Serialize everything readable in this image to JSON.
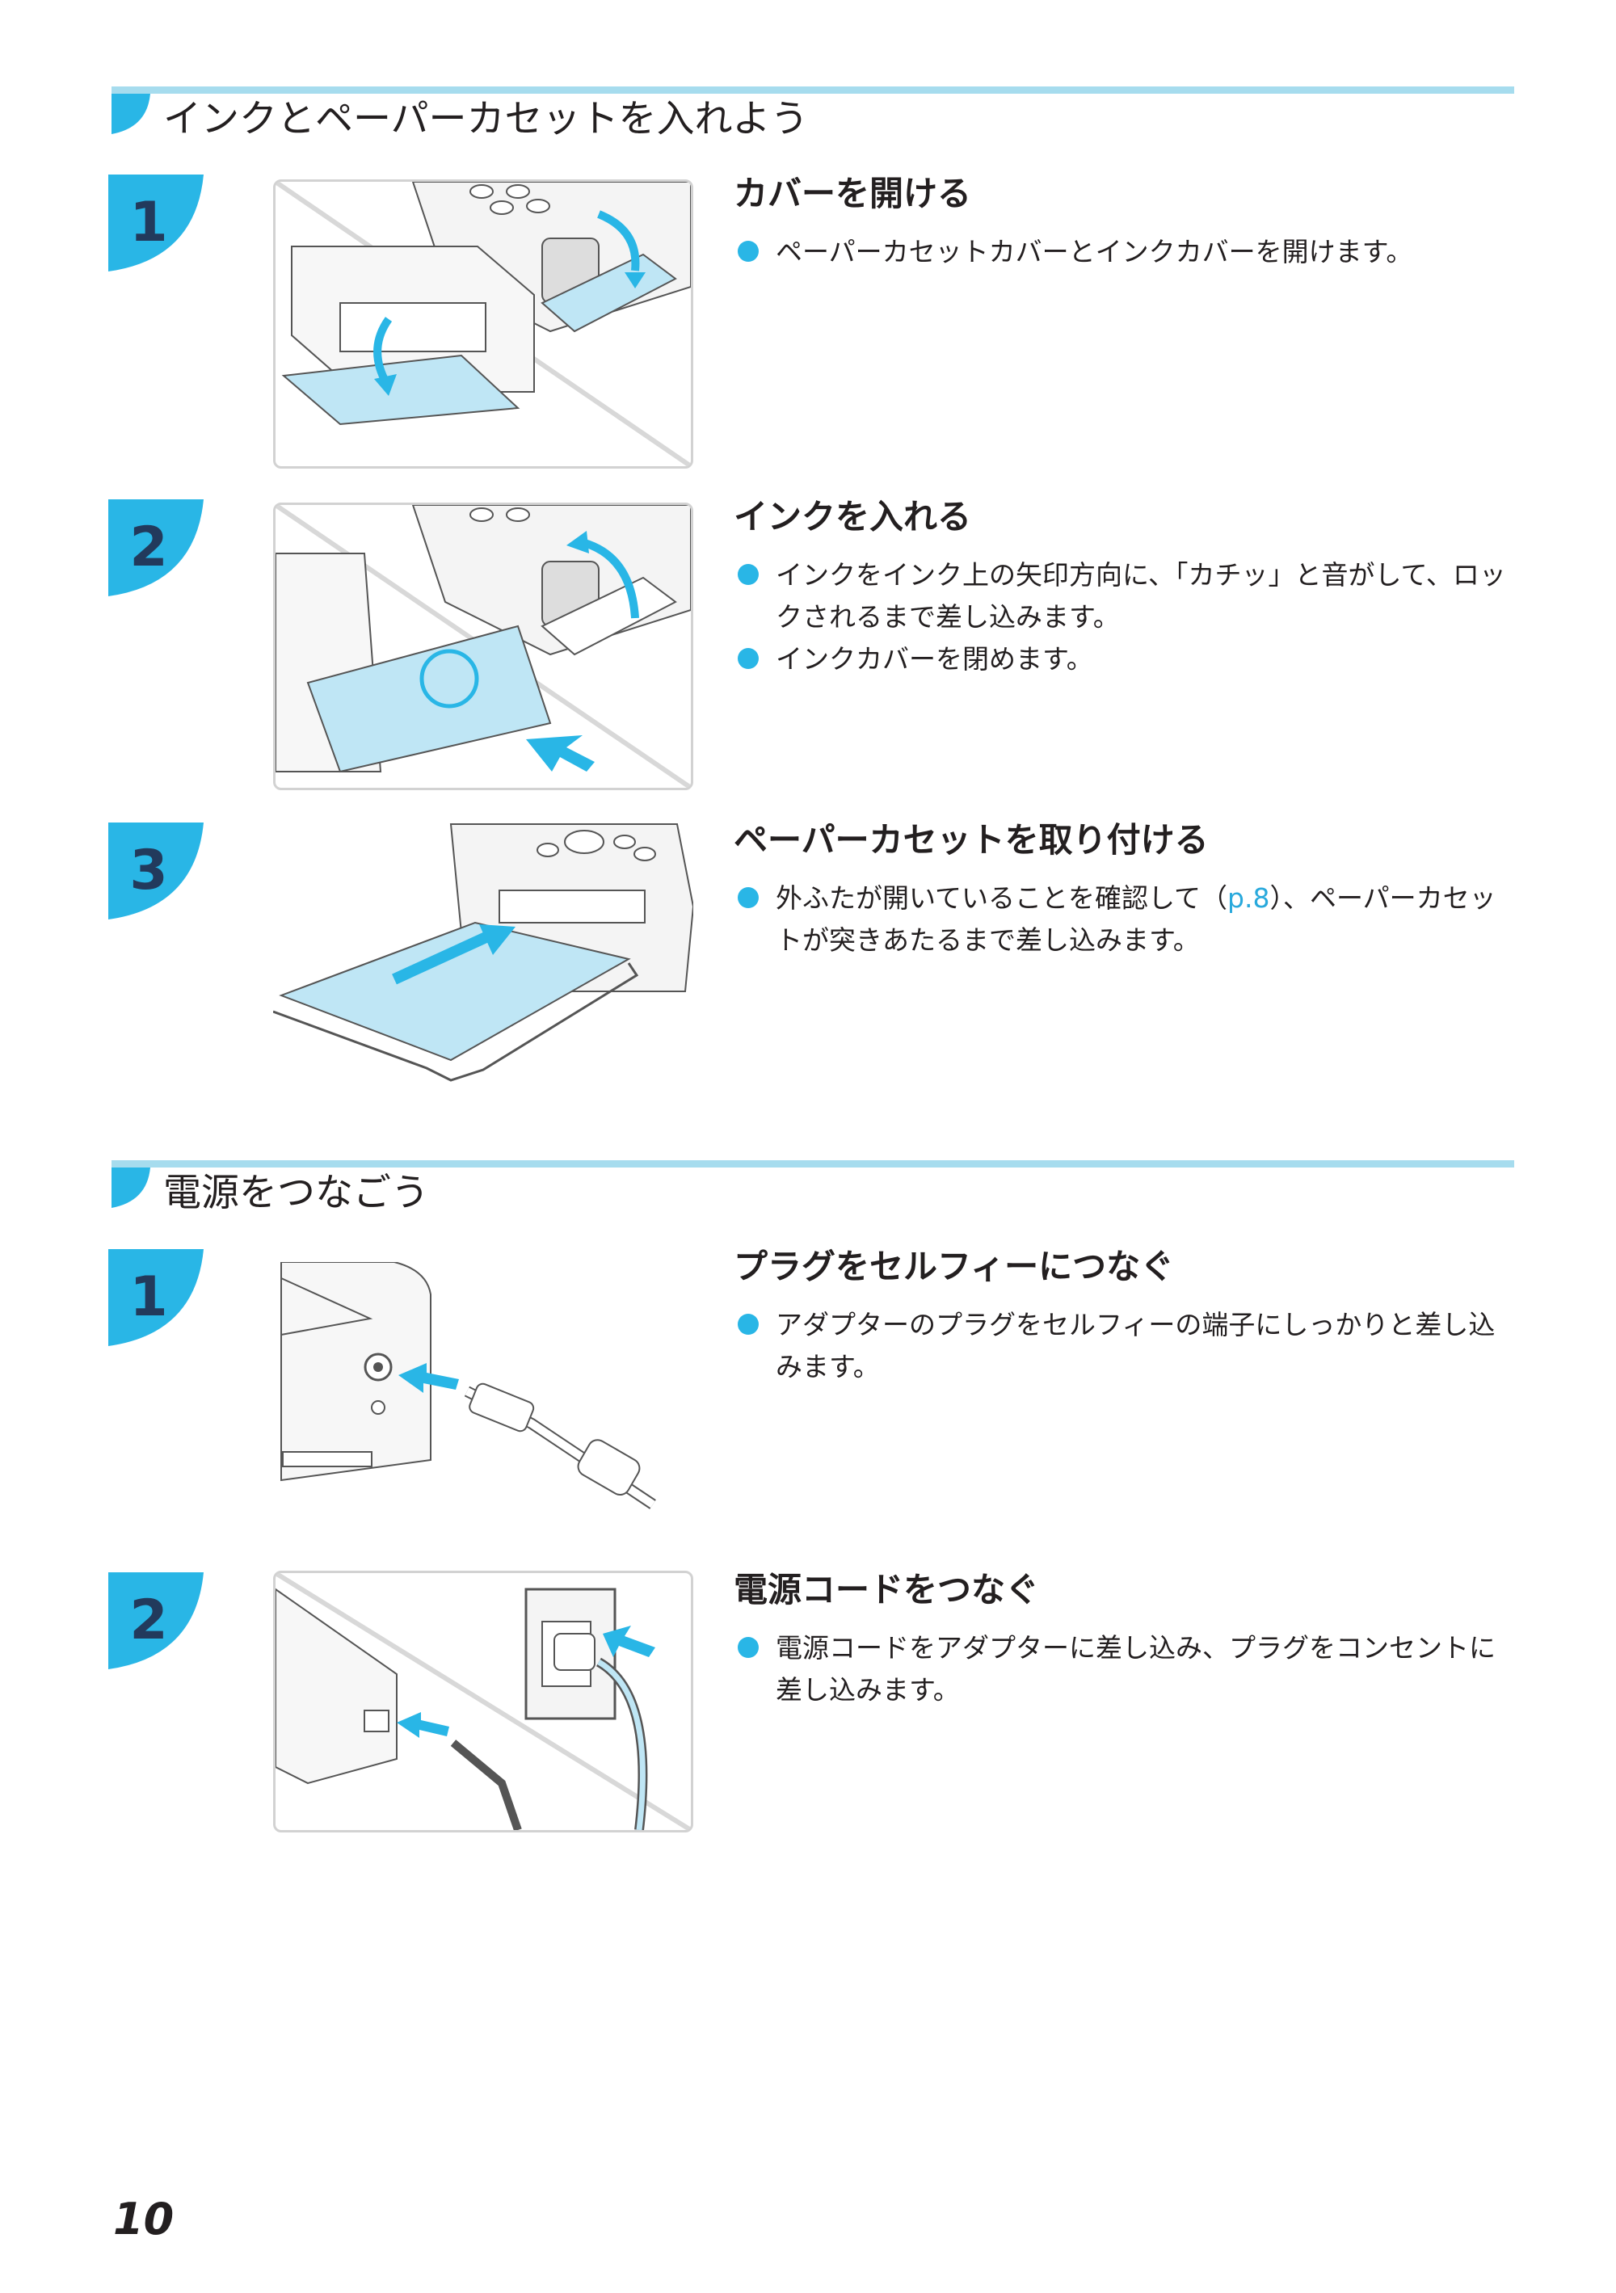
{
  "sections": [
    {
      "title": "インクとペーパーカセットを入れよう",
      "steps": [
        {
          "number": "1",
          "title": "カバーを開ける",
          "bullets": [
            "ペーパーカセットカバーとインクカバーを開けます。"
          ]
        },
        {
          "number": "2",
          "title": "インクを入れる",
          "bullets": [
            "インクをインク上の矢印方向に、「カチッ」と音がして、ロックされるまで差し込みます。",
            "インクカバーを閉めます。"
          ]
        },
        {
          "number": "3",
          "title": "ペーパーカセットを取り付ける",
          "bullet_before_link": "外ふたが開いていることを確認して（",
          "link": "p.8",
          "bullet_after_link": "）、ペーパーカセットが突きあたるまで差し込みます。"
        }
      ]
    },
    {
      "title": "電源をつなごう",
      "steps": [
        {
          "number": "1",
          "title": "プラグをセルフィーにつなぐ",
          "bullets": [
            "アダプターのプラグをセルフィーの端子にしっかりと差し込みます。"
          ]
        },
        {
          "number": "2",
          "title": "電源コードをつなぐ",
          "bullets": [
            "電源コードをアダプターに差し込み、プラグをコンセントに差し込みます。"
          ]
        }
      ]
    }
  ],
  "page_number": "10",
  "colors": {
    "accent": "#29b6e6",
    "rule": "#a6dcee",
    "badge_text": "#223a5c",
    "ink_blue": "#bfe6f5"
  }
}
